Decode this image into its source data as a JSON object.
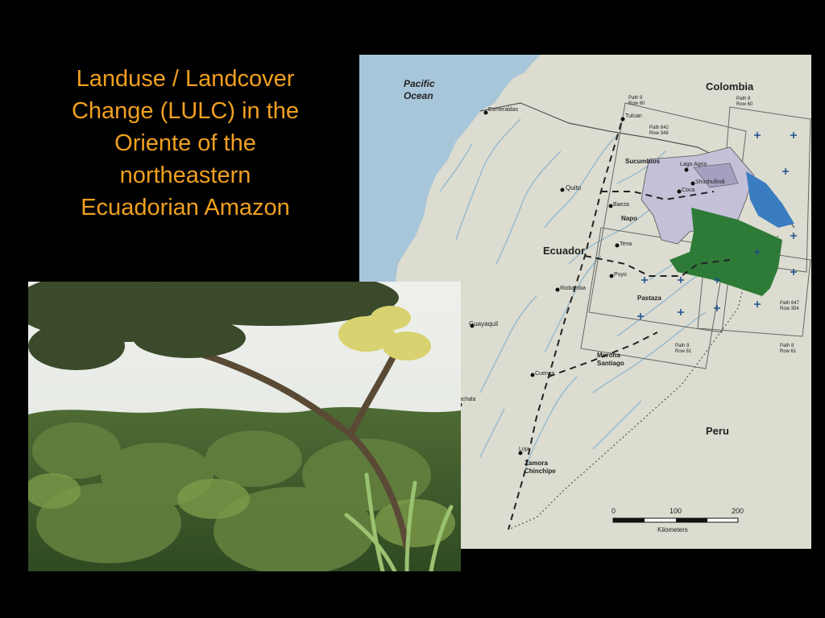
{
  "slide": {
    "title_lines": [
      "Landuse / Landcover",
      "Change (LULC) in the",
      "Oriente of the",
      "northeastern",
      "Ecuadorian Amazon"
    ],
    "title_color": "#f0a020",
    "background": "#000000"
  },
  "map": {
    "ocean_label_1": "Pacific",
    "ocean_label_2": "Ocean",
    "country_colombia": "Colombia",
    "country_ecuador": "Ecuador",
    "country_peru": "Peru",
    "cities": {
      "esmeraldas": "Esmeraldas",
      "quito": "Quito",
      "tulcan": "Tulcan",
      "riobamba": "Riobamba",
      "guayaquil": "Guayaquil",
      "machala": "Machala",
      "cuenca": "Cuenca",
      "loja": "Loja",
      "baeza": "Baeza",
      "tena": "Tena",
      "puyo": "Puyo",
      "lago_agrio": "Lago Agrio",
      "shushufindi": "Shushufindi",
      "coca": "Coca"
    },
    "provinces": {
      "sucumbios": "Sucumbios",
      "napo": "Napo",
      "pastaza": "Pastaza",
      "morona_1": "Morona",
      "morona_2": "Santiago",
      "zamora_1": "Zamora",
      "zamora_2": "Chinchipe"
    },
    "paths": {
      "p9r60_1": "Path 9",
      "p9r60_2": "Row 60",
      "p8r60_1": "Path 8",
      "p8r60_2": "Row 60",
      "p642_1": "Path 642",
      "p642_2": "Row 348",
      "p647_1": "Path 647",
      "p647_2": "Row 354",
      "p9r61_1": "Path 9",
      "p9r61_2": "Row 61",
      "p8r61_1": "Path 8",
      "p8r61_2": "Row 61"
    },
    "scale": {
      "tick_0": "0",
      "tick_100": "100",
      "tick_200": "200",
      "unit": "Kilometers"
    },
    "colors": {
      "land": "#dcdcd0",
      "ocean": "#a8c6da",
      "river": "#8fb7cf",
      "study_area": "#c4c0d8",
      "forest_block": "#2e7b38",
      "blue_block": "#3a7cc0"
    }
  }
}
